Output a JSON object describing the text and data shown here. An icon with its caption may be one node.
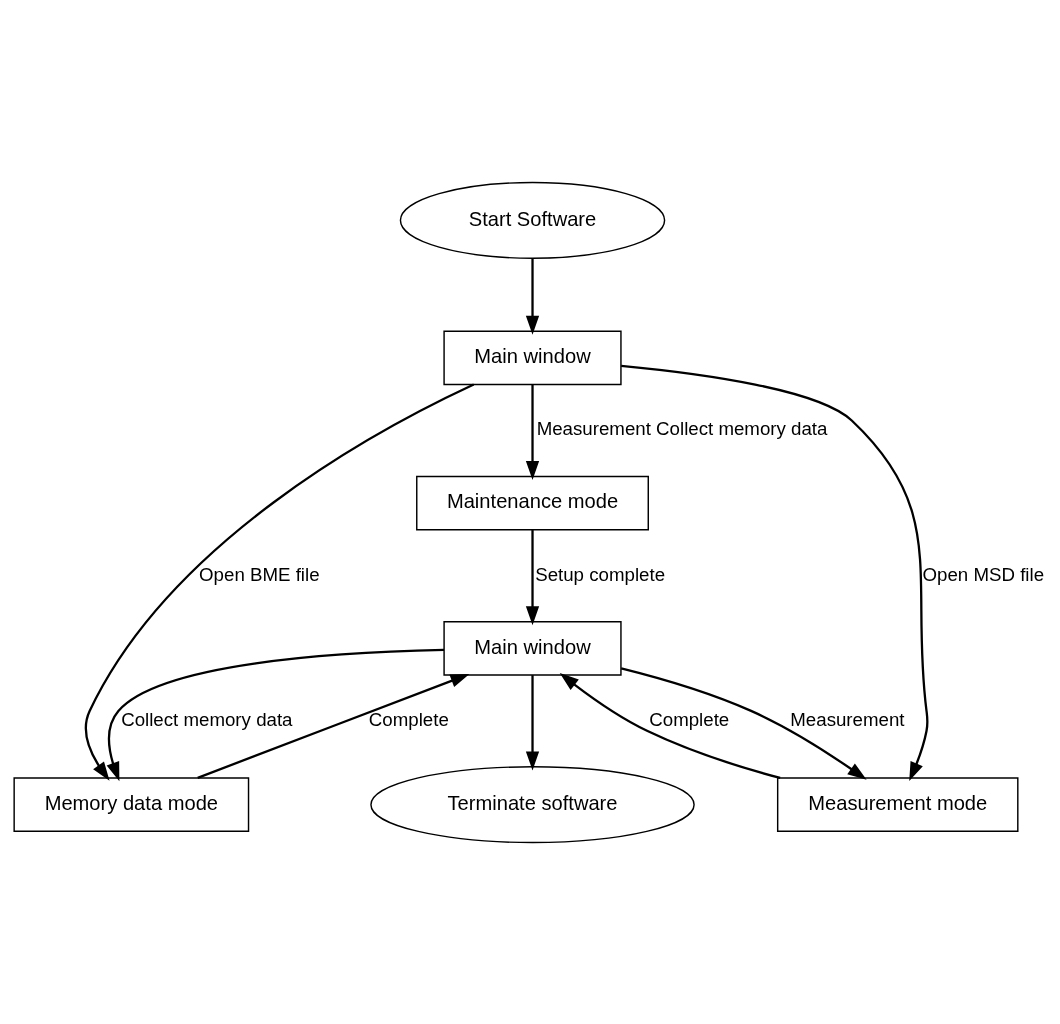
{
  "diagram": {
    "nodes": [
      {
        "text": [
          "Start Software"
        ]
      },
      {
        "text": [
          "Main window"
        ]
      },
      {
        "text": [
          "Maintenance mode"
        ]
      },
      {
        "text": [
          "Main window"
        ]
      },
      {
        "text": [
          "Measurement mode"
        ]
      },
      {
        "text": [
          "Memory data mode"
        ]
      },
      {
        "text": [
          "Terminate software"
        ]
      }
    ],
    "edges": [
      {
        "from": 0,
        "to": 1,
        "arrow": "to"
      },
      {
        "from": 1,
        "to": 4,
        "arrow": "to",
        "label": "Open MSD file"
      },
      {
        "from": 1,
        "to": 2,
        "arrow": "to",
        "label": "Measurement Collect memory data"
      },
      {
        "from": 1,
        "to": 5,
        "arrow": "to",
        "label": "Open BME file"
      },
      {
        "from": 2,
        "to": 3,
        "arrow": "to",
        "label": "Setup complete"
      },
      {
        "from": 3,
        "to": 4,
        "arrow": "to",
        "label": "Measurement"
      },
      {
        "from": 4,
        "to": 3,
        "arrow": "to",
        "label": "Complete"
      },
      {
        "from": 3,
        "to": 5,
        "arrow": "to",
        "label": "Collect memory data"
      },
      {
        "from": 5,
        "to": 3,
        "arrow": "to",
        "label": "Complete"
      },
      {
        "from": 3,
        "to": 6,
        "arrow": "to"
      }
    ]
  }
}
